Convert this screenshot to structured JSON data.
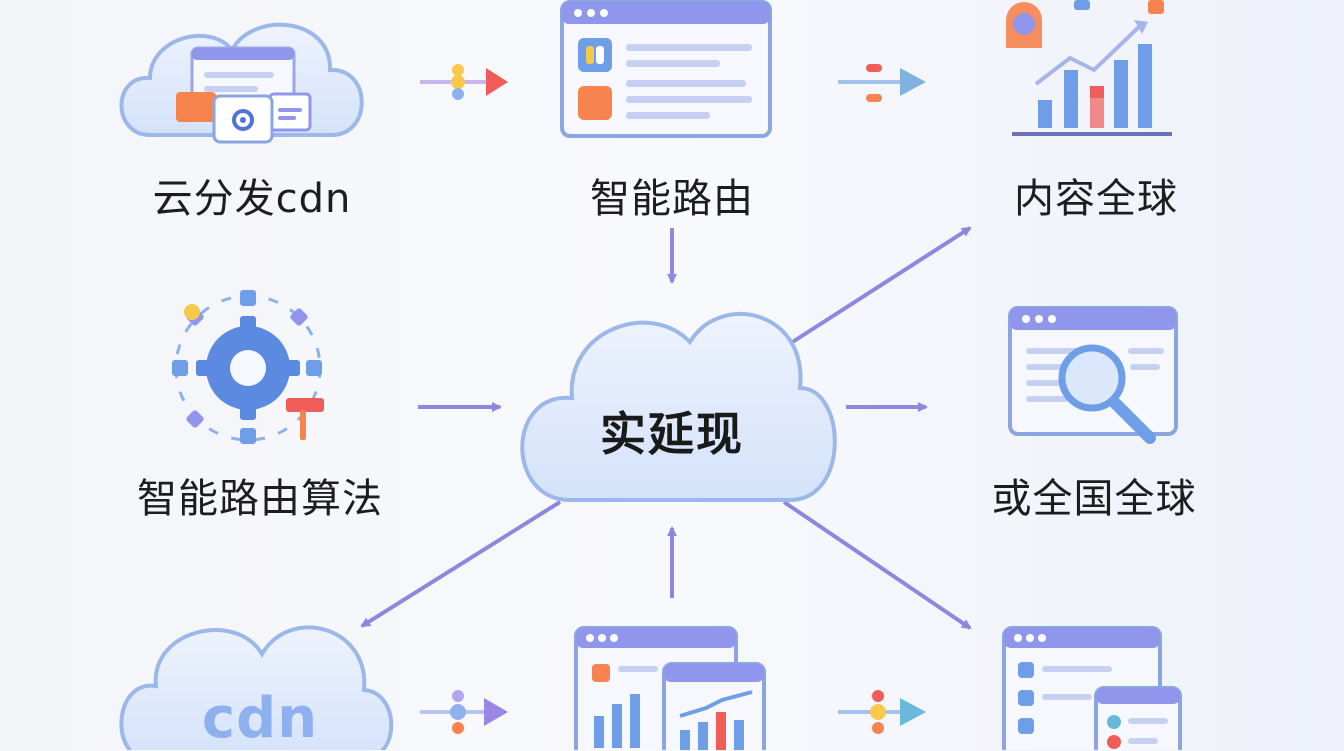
{
  "nodes": {
    "cloud_cdn": "云分发cdn",
    "smart_routing": "智能路由",
    "global_content": "内容全球",
    "routing_algorithm": "智能路由算法",
    "center": "实延现",
    "national_global": "或全国全球",
    "cdn_badge": "cdn"
  },
  "colors": {
    "arrow": "#8f86e0",
    "cloud_fill": "#dce7fb",
    "cloud_stroke": "#9cb7ea",
    "window_bar": "#8f96ec",
    "accent_orange": "#f7834f",
    "accent_blue": "#6f9ee8",
    "accent_red": "#f05d58",
    "accent_yellow": "#f6c94b",
    "accent_teal": "#67b9dc"
  },
  "icons": [
    "cloud-cdn-icon",
    "browser-window-icon",
    "bar-chart-growth-icon",
    "network-gear-icon",
    "cloud-center-icon",
    "search-window-icon",
    "cdn-cloud-icon",
    "dashboard-chart-icon",
    "multi-window-icon"
  ]
}
